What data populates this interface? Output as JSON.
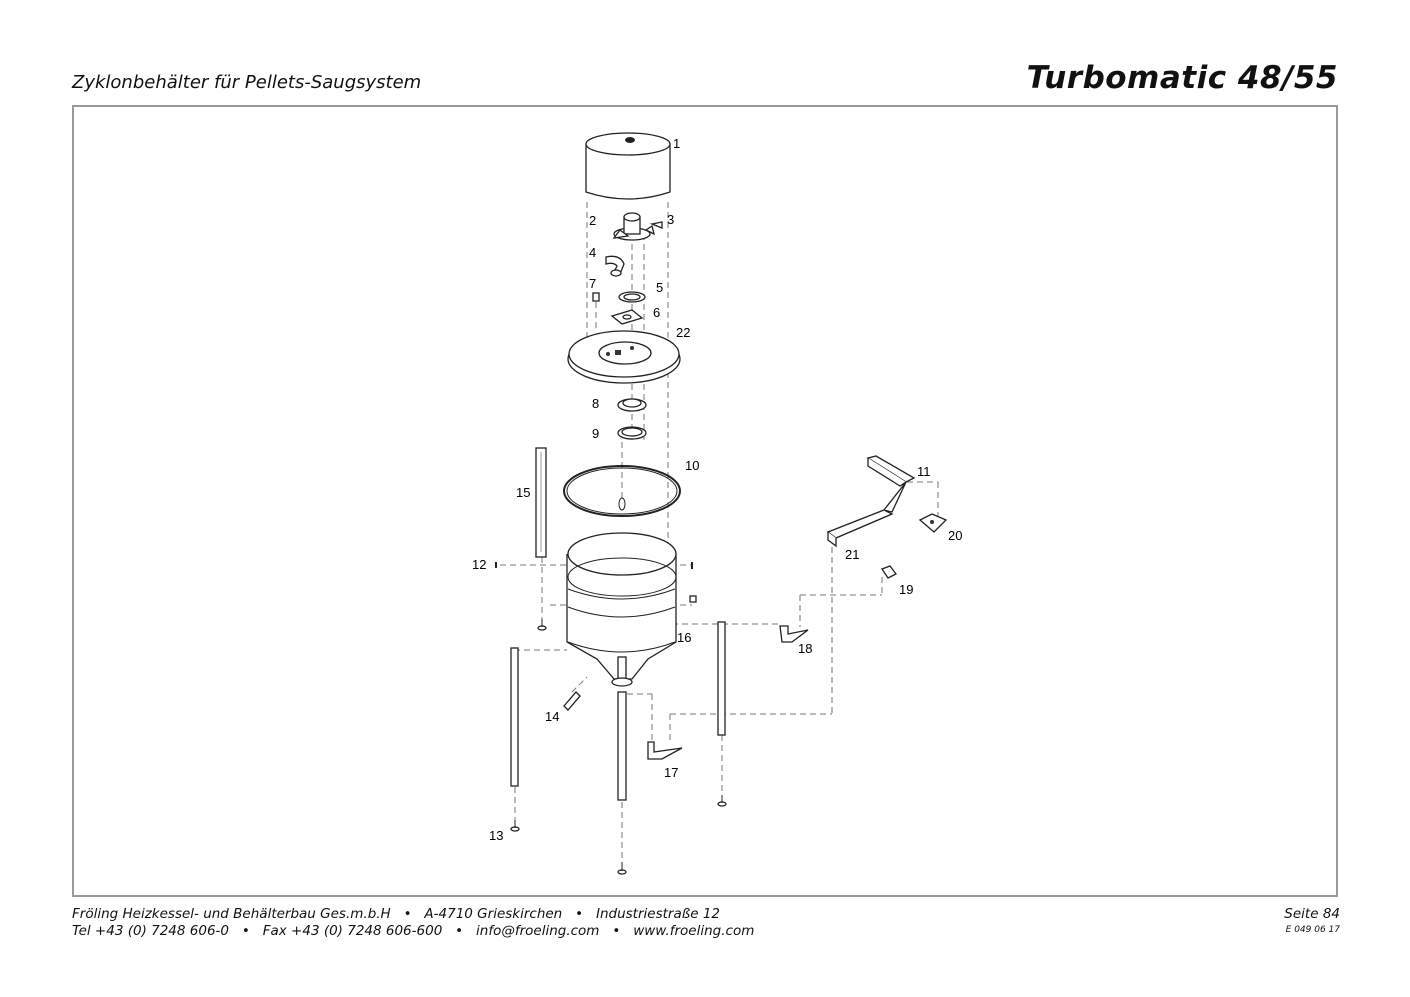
{
  "header": {
    "subtitle": "Zyklonbehälter für Pellets-Saugsystem",
    "model": "Turbomatic 48/55"
  },
  "diagram": {
    "part_labels": [
      "1",
      "2",
      "3",
      "4",
      "5",
      "6",
      "7",
      "8",
      "9",
      "10",
      "11",
      "12",
      "13",
      "14",
      "15",
      "16",
      "17",
      "18",
      "19",
      "20",
      "21",
      "22"
    ]
  },
  "footer": {
    "company": "Fröling Heizkessel- und Behälterbau Ges.m.b.H",
    "city": "A-4710 Grieskirchen",
    "street": "Industriestraße 12",
    "tel": "Tel +43 (0) 7248 606-0",
    "fax": "Fax +43 (0) 7248 606-600",
    "email": "info@froeling.com",
    "web": "www.froeling.com",
    "page": "Seite 84",
    "doc_number": "E 049 06 17"
  }
}
